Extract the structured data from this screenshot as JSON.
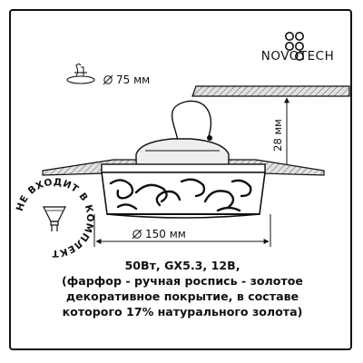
{
  "brand": {
    "name": "NOVOTECH",
    "colors": {
      "ink": "#111111",
      "paper": "#ffffff",
      "ceiling": "#cfcfcf"
    }
  },
  "drawing": {
    "cutout_label": "75 мм",
    "height_label": "28 мм",
    "width_label": "150 мм",
    "diameter_icon": "diameter-symbol"
  },
  "seal": {
    "text": "НЕ ВХОДИТ В КОМПЛЕКТ",
    "lamp_icon": "mr16-bulb-icon"
  },
  "specs": {
    "line1": "50Вт, GX5.3, 12В,",
    "line2": "(фарфор - ручная роспись - золотое",
    "line3": "декоративное покрытие, в составе",
    "line4": "которого 17% натурального золота)"
  }
}
